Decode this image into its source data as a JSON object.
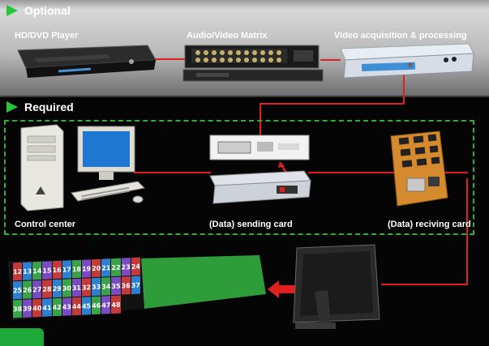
{
  "sections": {
    "optional": "Optional",
    "required": "Required"
  },
  "devices": {
    "dvd": "HD/DVD Player",
    "matrix": "Audio/Video Matrix",
    "acquisition": "Video acquisition & processing",
    "control": "Control center",
    "sending": "(Data) sending card",
    "receiving": "(Data) reciving card"
  },
  "led_panel_numbers": [
    "12",
    "13",
    "14",
    "15",
    "16",
    "17",
    "18",
    "19",
    "20",
    "21",
    "22",
    "23",
    "24",
    "25",
    "26",
    "27",
    "28",
    "29",
    "30",
    "31",
    "32",
    "33",
    "34",
    "35",
    "36",
    "37",
    "38",
    "39",
    "40",
    "41",
    "42",
    "43",
    "44",
    "45",
    "46",
    "47",
    "48"
  ],
  "colors": {
    "accent_green": "#26c53a",
    "wire_red": "#e02020",
    "dash_green": "#2fae3a"
  }
}
